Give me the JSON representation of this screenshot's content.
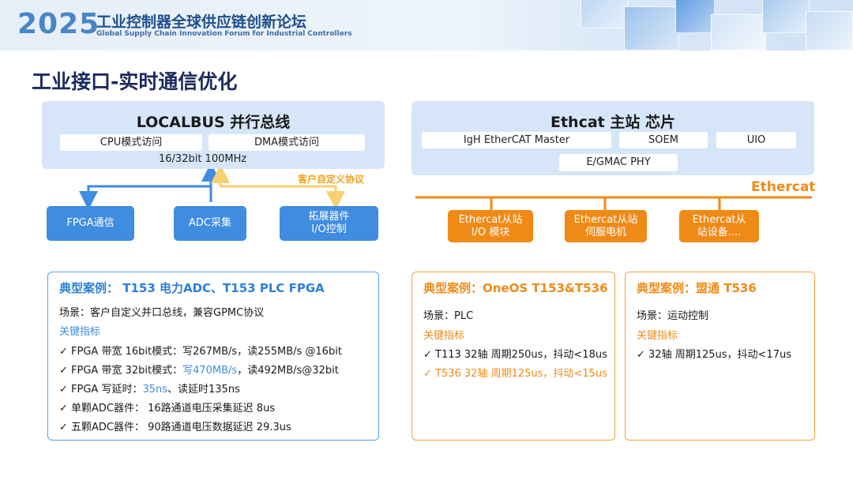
{
  "banner": {
    "year": "2025",
    "title": "工业控制器全球供应链创新论坛",
    "subtitle": "Global Supply Chain Innovation Forum for Industrial Controllers"
  },
  "page_title": "工业接口-实时通信优化",
  "localbus": {
    "title": "LOCALBUS 并行总线",
    "modes": [
      "CPU模式访问",
      "DMA模式访问"
    ],
    "spec": "16/32bit 100MHz",
    "custom_protocol": "客户自定义协议",
    "peripherals": [
      "FPGA通信",
      "ADC采集",
      "拓展器件\nI/O控制"
    ]
  },
  "ethcat": {
    "title": "Ethcat 主站 芯片",
    "stacks": [
      "IgH EtherCAT Master",
      "SOEM",
      "UIO"
    ],
    "phy": "E/GMAC PHY",
    "bus_label": "Ethercat",
    "slaves": [
      "Ethercat从站\nI/O 模块",
      "Ethercat从站\n伺服电机",
      "Ethercat从\n站设备...."
    ]
  },
  "cases": {
    "left": {
      "title": "典型案例：  T153 电力ADC、T153 PLC FPGA",
      "scene": "场景：客户自定义并口总线，兼容GPMC协议",
      "kpi_label": "关键指标",
      "items": [
        {
          "pre": "✓  FPGA 带宽 16bit模式：写267MB/s，读255MB/s @16bit",
          "hl": "",
          "post": ""
        },
        {
          "pre": "✓  FPGA 带宽 32bit模式：",
          "hl": "写470MB/s",
          "post": "，读492MB/s@32bit"
        },
        {
          "pre": "✓  FPGA 写延时：",
          "hl": "35ns",
          "post": "、读延时135ns"
        },
        {
          "pre": "✓  单颗ADC器件：  16路通道电压采集延迟 8us",
          "hl": "",
          "post": ""
        },
        {
          "pre": "✓  五颗ADC器件：  90路通道电压数据延迟 29.3us",
          "hl": "",
          "post": ""
        }
      ]
    },
    "middle": {
      "title": "典型案例：OneOS T153&T536",
      "scene": "场景：PLC",
      "kpi_label": "关键指标",
      "items": [
        "✓  T113 32轴 周期250us，抖动<18us",
        "✓  T536 32轴 周期125us，抖动<15us"
      ]
    },
    "right": {
      "title": "典型案例：盟通 T536",
      "scene": "场景：运动控制",
      "kpi_label": "关键指标",
      "items": [
        "✓  32轴 周期125us，抖动<17us"
      ]
    }
  },
  "colors": {
    "blue": "#3f8ce0",
    "orange": "#f08a16",
    "panel": "#d6e6f8",
    "custom_arrow": "#f7d070"
  }
}
